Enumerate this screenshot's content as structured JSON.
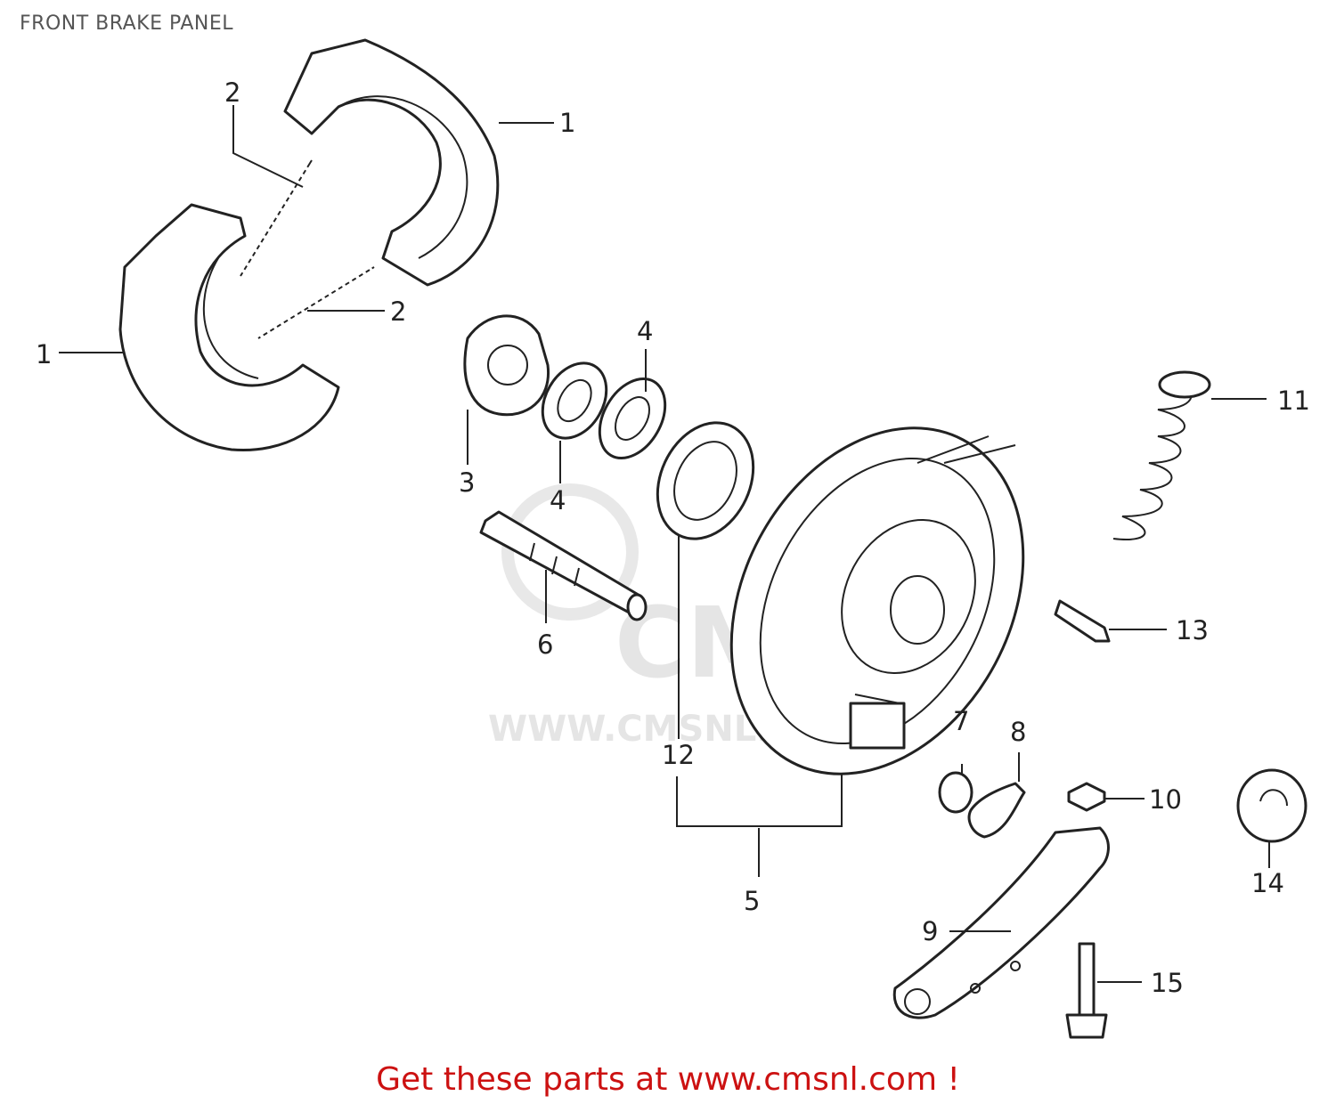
{
  "title": "FRONT BRAKE PANEL",
  "watermark": {
    "brand": "CMS",
    "url": "WWW.CMSNL.COM"
  },
  "callouts": {
    "c1a": "1",
    "c1b": "1",
    "c2a": "2",
    "c2b": "2",
    "c3": "3",
    "c4a": "4",
    "c4b": "4",
    "c5": "5",
    "c6": "6",
    "c7": "7",
    "c8": "8",
    "c9": "9",
    "c10": "10",
    "c11": "11",
    "c12": "12",
    "c13": "13",
    "c14": "14",
    "c15": "15"
  },
  "footer": {
    "text": "Get these parts at www.cmsnl.com !",
    "color": "#cc1111"
  }
}
